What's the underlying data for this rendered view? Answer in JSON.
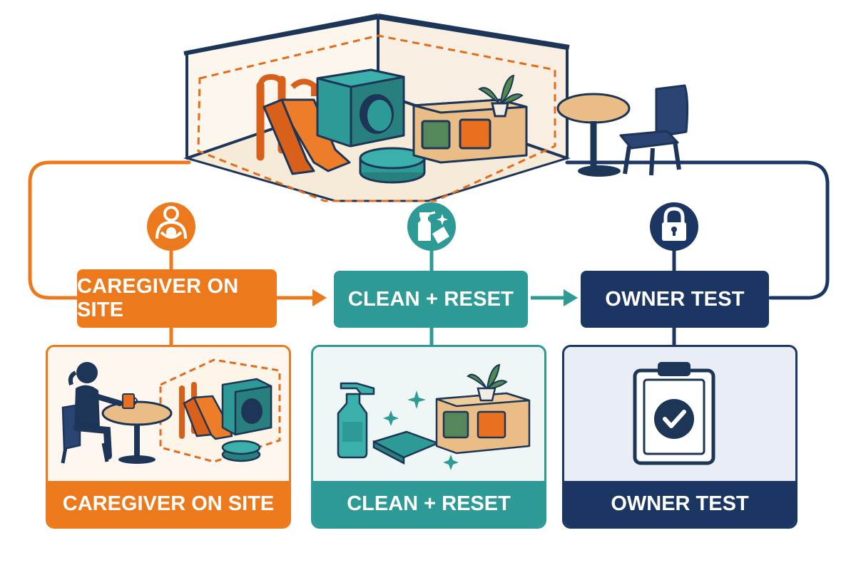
{
  "colors": {
    "orange": "#ec7a1c",
    "teal": "#2e9a96",
    "navy": "#1c3663",
    "outline": "#1d3557"
  },
  "steps": [
    {
      "label": "CAREGIVER ON SITE",
      "icon": "caregiver-icon"
    },
    {
      "label": "CLEAN + RESET",
      "icon": "cleaning-icon"
    },
    {
      "label": "OWNER TEST",
      "icon": "lock-icon"
    }
  ],
  "cards": [
    {
      "label": "CAREGIVER ON SITE",
      "illustration": "caregiver-seated-near-play-area"
    },
    {
      "label": "CLEAN + RESET",
      "illustration": "spray-bottle-and-wiped-shelf"
    },
    {
      "label": "OWNER TEST",
      "illustration": "clipboard-checkmark"
    }
  ]
}
